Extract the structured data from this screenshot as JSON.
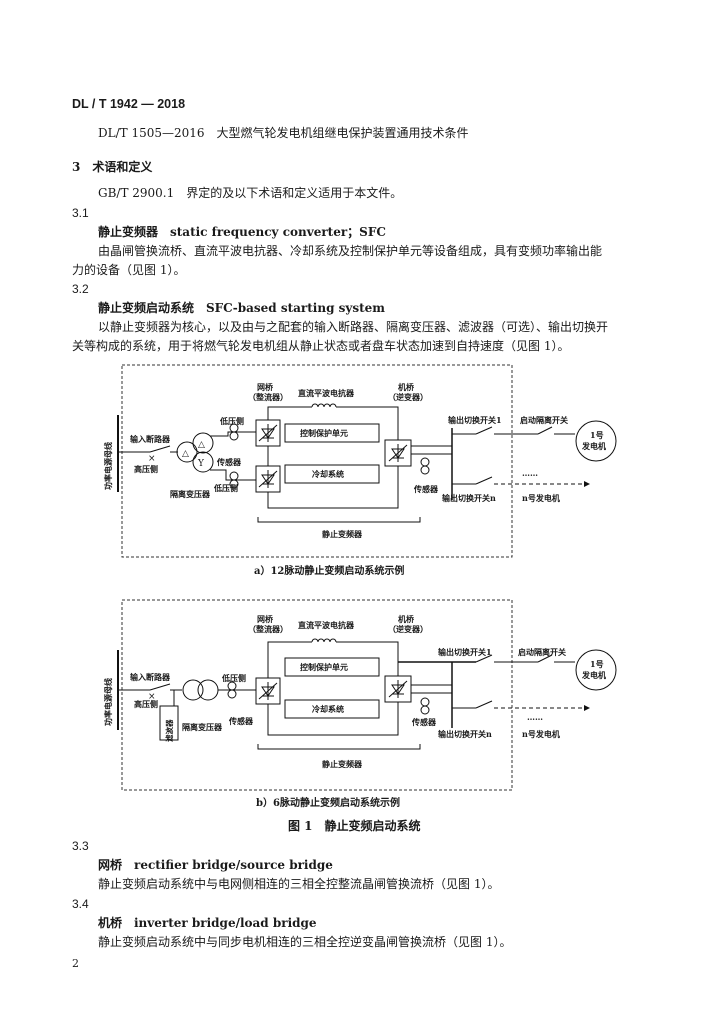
{
  "header": {
    "standard_no": "DL / T 1942 — 2018"
  },
  "ref_item": "DL/T 1505—2016　大型燃气轮发电机组继电保护装置通用技术条件",
  "section3": {
    "heading": "3　术语和定义",
    "intro": "GB/T 2900.1　界定的及以下术语和定义适用于本文件。"
  },
  "terms": [
    {
      "number": "3.1",
      "term": "静止变频器　static frequency converter；SFC",
      "def_line1": "由晶闸管换流桥、直流平波电抗器、冷却系统及控制保护单元等设备组成，具有变频功率输出能",
      "def_line2": "力的设备（见图 1）。"
    },
    {
      "number": "3.2",
      "term": "静止变频启动系统　SFC-based starting system",
      "def_line1": "以静止变频器为核心，以及由与之配套的输入断路器、隔离变压器、滤波器（可选）、输出切换开",
      "def_line2": "关等构成的系统，用于将燃气轮发电机组从静止状态或者盘车状态加速到自持速度（见图 1）。"
    },
    {
      "number": "3.3",
      "term": "网桥　rectifier bridge/source bridge",
      "def_line1": "静止变频启动系统中与电网侧相连的三相全控整流晶闸管换流桥（见图 1）。"
    },
    {
      "number": "3.4",
      "term": "机桥　inverter bridge/load bridge",
      "def_line1": "静止变频启动系统中与同步电机相连的三相全控逆变晶闸管换流桥（见图 1）。"
    }
  ],
  "figure": {
    "labels": {
      "bus": "功率电源母线",
      "breaker": "输入断路器",
      "hv_side": "高压侧",
      "lv_side": "低压侧",
      "iso_tf": "隔离变压器",
      "sensor": "传感器",
      "src_bridge_1": "网桥",
      "src_bridge_2": "（整流器）",
      "reactor": "直流平波电抗器",
      "load_bridge_1": "机桥",
      "load_bridge_2": "（逆变器）",
      "control": "控制保护单元",
      "cooling": "冷却系统",
      "sfc": "静止变频器",
      "out_sw1": "输出切换开关1",
      "out_swn": "输出切换开关n",
      "start_iso": "启动隔离开关",
      "gen1_a": "1号",
      "gen1_b": "发电机",
      "genn": "n号发电机",
      "dots": "……",
      "filter": "滤波器"
    },
    "caption_a": "a）12脉动静止变频启动系统示例",
    "caption_b": "b）6脉动静止变频启动系统示例",
    "title": "图 1　静止变频启动系统"
  },
  "page_number": "2"
}
